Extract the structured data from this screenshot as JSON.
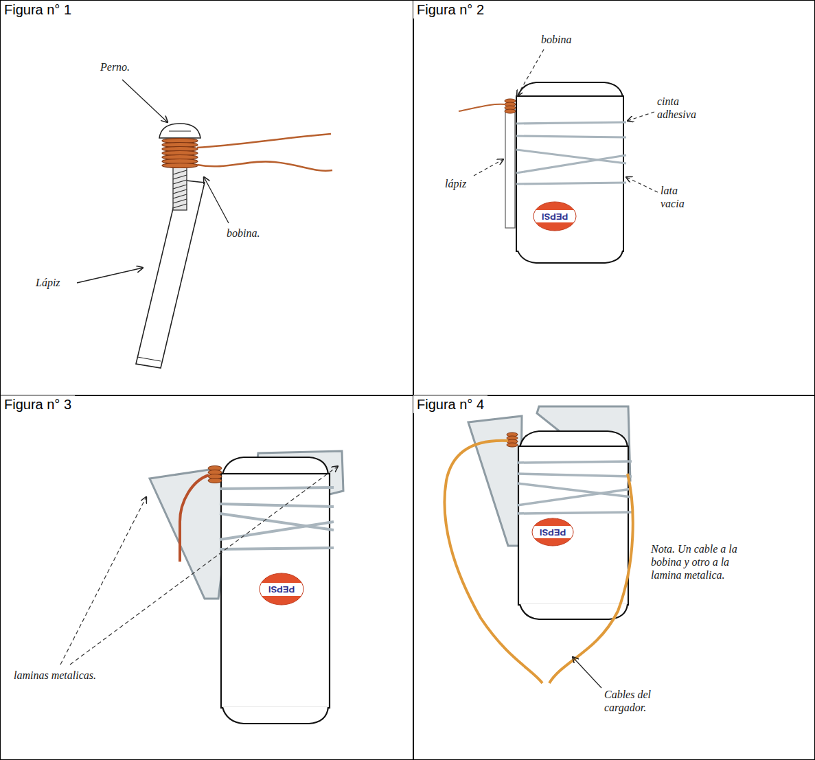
{
  "diagram": {
    "nodes": [
      {
        "text": [
          "Figura n° 1"
        ]
      },
      {
        "text": [
          "Figura n° 2"
        ]
      },
      {
        "text": [
          "Figura n° 3"
        ]
      },
      {
        "text": [
          "Figura n° 4"
        ]
      }
    ],
    "labels": [
      "Perno.",
      "Lápiz",
      "bobina.",
      "bobina",
      "cinta adhesiva",
      "lápiz",
      "lata vacia",
      "PEPSI",
      "laminas metalicas.",
      "PEPSI",
      "Nota. Un cable a la bobina y otro a la lamina metalica.",
      "Cables del cargador.",
      "PEPSI"
    ]
  }
}
